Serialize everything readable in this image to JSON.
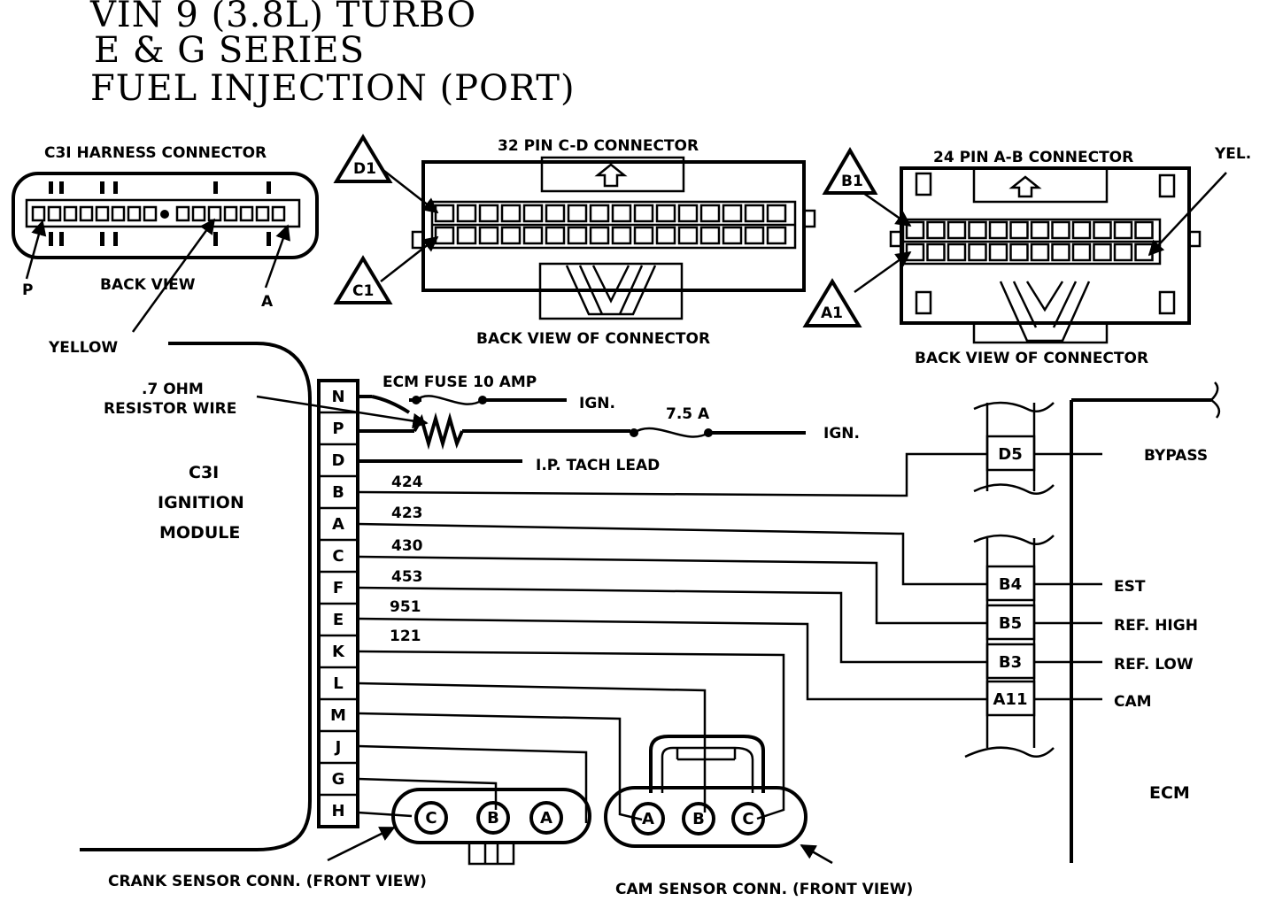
{
  "title": {
    "line1": "VIN  9  (3.8L)  TURBO",
    "line2": "E  &  G  SERIES",
    "line3": "FUEL  INJECTION  (PORT)"
  },
  "c3i_connector": {
    "label": "C3I HARNESS CONNECTOR",
    "back_view": "BACK VIEW",
    "pin_p": "P",
    "pin_a": "A",
    "yellow": "YELLOW"
  },
  "cd_connector": {
    "label": "32 PIN C-D  CONNECTOR",
    "back_view": "BACK VIEW OF CONNECTOR",
    "marker_top": "D1",
    "marker_bottom": "C1"
  },
  "ab_connector": {
    "label": "24 PIN A-B  CONNECTOR",
    "back_view": "BACK VIEW OF CONNECTOR",
    "marker_top": "B1",
    "marker_bottom": "A1",
    "yel": "YEL."
  },
  "ignition_module": {
    "line1": "C3I",
    "line2": "IGNITION",
    "line3": "MODULE",
    "pins": [
      "N",
      "P",
      "D",
      "B",
      "A",
      "C",
      "F",
      "E",
      "K",
      "L",
      "M",
      "J",
      "G",
      "H"
    ]
  },
  "resistor": {
    "line1": ".7 OHM",
    "line2": "RESISTOR WIRE"
  },
  "fuse_ecm": "ECM FUSE 10 AMP",
  "fuse_75": "7.5 A",
  "ign1": "IGN.",
  "ign2": "IGN.",
  "tach": "I.P. TACH LEAD",
  "circuits": [
    "424",
    "423",
    "430",
    "453",
    "951",
    "121"
  ],
  "ecm": {
    "label": "ECM",
    "pins": [
      "D5",
      "B4",
      "B5",
      "B3",
      "A11"
    ],
    "functions": [
      "BYPASS",
      "EST",
      "REF. HIGH",
      "REF. LOW",
      "CAM"
    ]
  },
  "crank_sensor": {
    "label": "CRANK SENSOR CONN. (FRONT VIEW)",
    "pins": [
      "C",
      "B",
      "A"
    ]
  },
  "cam_sensor": {
    "label": "CAM SENSOR CONN. (FRONT VIEW)",
    "pins": [
      "A",
      "B",
      "C"
    ]
  }
}
